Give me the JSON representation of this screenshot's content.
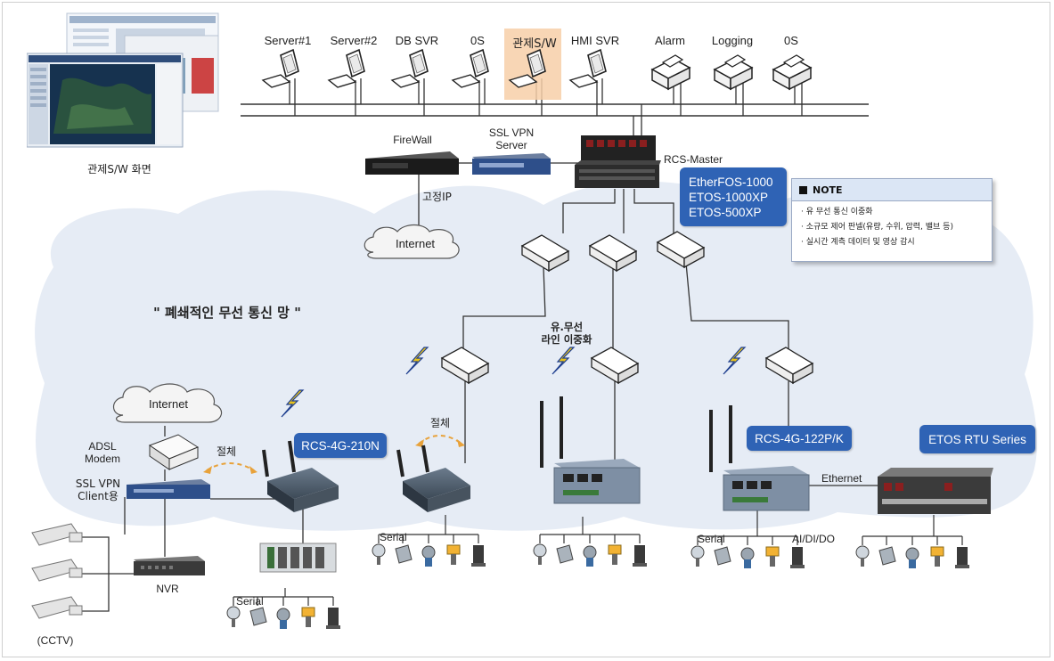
{
  "top_servers": [
    "Server#1",
    "Server#2",
    "DB SVR",
    "0S",
    "관제S/W",
    "HMI SVR"
  ],
  "top_printers": [
    "Alarm",
    "Logging",
    "0S"
  ],
  "screenshot_caption": "관제S/W 화면",
  "firewall_label": "FireWall",
  "ssl_vpn_server_label": "SSL VPN\nServer",
  "rcs_master_label": "RCS-Master",
  "fixed_ip_label": "고정IP",
  "internet_label": "Internet",
  "internet_label_2": "Internet",
  "product_box_1": [
    "EtherFOS-1000",
    "ETOS-1000XP",
    "ETOS-500XP"
  ],
  "note": {
    "title": "NOTE",
    "items": [
      "· 유 무선 통신 이중화",
      "· 소규모 제어 판넬(유량, 수위, 압력, 밸브 등)",
      "· 실시간 계측 데이터 및 영상 감시"
    ]
  },
  "closed_network_title": "\" 폐쇄적인 무선 통신 망 \"",
  "dual_line_label": "유.무선\n라인 이중화",
  "switch_label_1": "절체",
  "switch_label_2": "절체",
  "adsl_modem_label": "ADSL\nModem",
  "ssl_vpn_client_label": "SSL VPN\nClient용",
  "nvr_label": "NVR",
  "cctv_label": "(CCTV)",
  "rcs_4g_210n_label": "RCS-4G-210N",
  "rcs_4g_122pk_label": "RCS-4G-122P/K",
  "etos_rtu_label": "ETOS RTU Series",
  "ethernet_label": "Ethernet",
  "serial_labels": [
    "Serial",
    "Serial",
    "Serial"
  ],
  "aidido_label": "AI/DI/DO",
  "colors": {
    "cloud_fill": "#e6ecf5",
    "accent_blue": "#2f63b5",
    "highlight": "#f7cfa8",
    "note_header": "#dbe6f5",
    "wireless_yellow": "#e8c21a",
    "wireless_blue": "#1f3f8f"
  }
}
